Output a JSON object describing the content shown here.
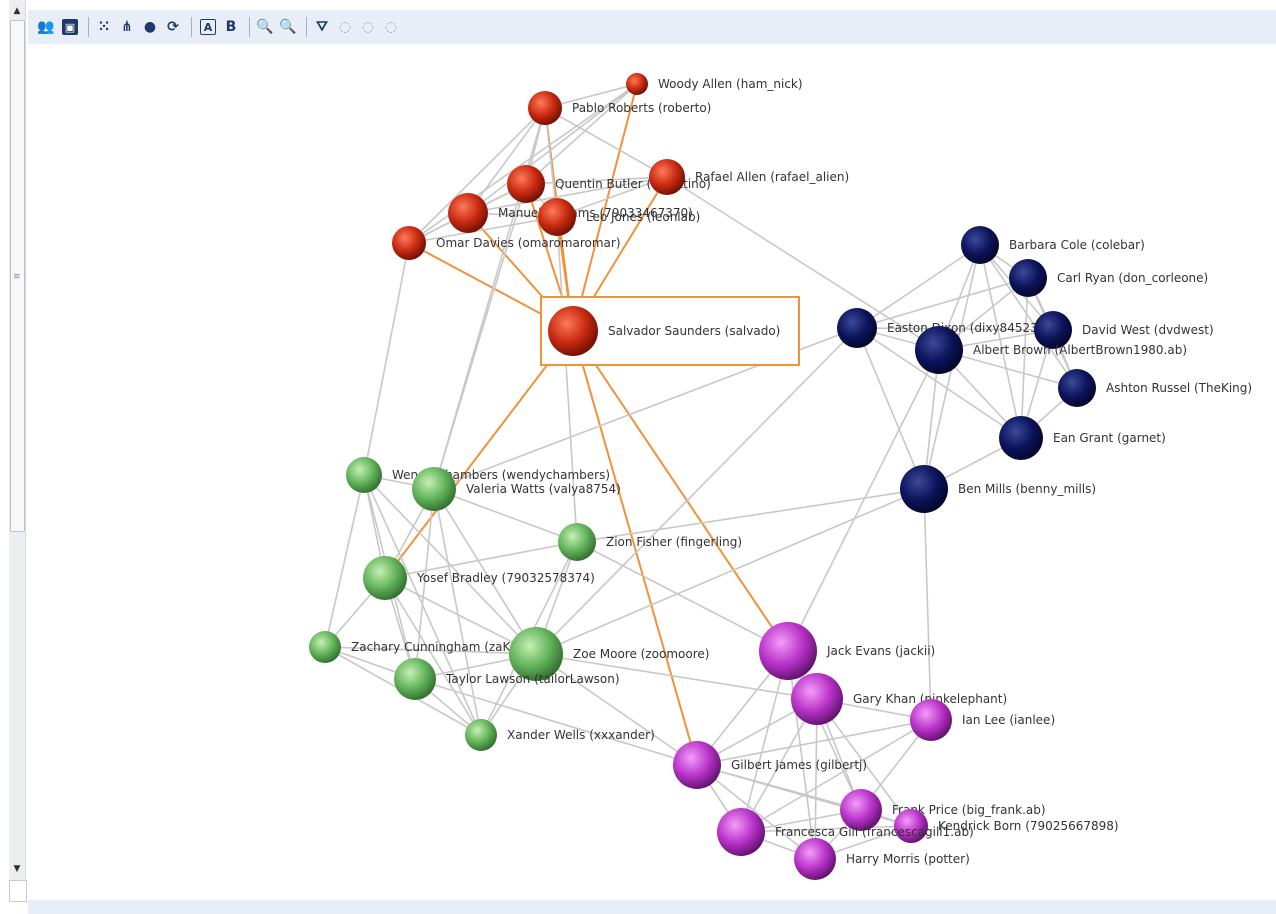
{
  "toolbar": {
    "buttons": [
      {
        "name": "people-icon",
        "glyph": "👥",
        "style": "plain"
      },
      {
        "name": "contact-card-icon",
        "glyph": "▣",
        "style": "filled"
      },
      {
        "name": "cluster-layout-icon",
        "glyph": "⁙",
        "style": "plain"
      },
      {
        "name": "hierarchy-icon",
        "glyph": "⋔",
        "style": "plain"
      },
      {
        "name": "hub-icon",
        "glyph": "●",
        "style": "plain"
      },
      {
        "name": "refresh-icon",
        "glyph": "⟳",
        "style": "plain"
      },
      {
        "name": "label-a-icon",
        "glyph": "A",
        "style": "boxed"
      },
      {
        "name": "bold-b-icon",
        "glyph": "B",
        "style": "plain"
      },
      {
        "name": "zoom-in-icon",
        "glyph": "🔍",
        "style": "plain"
      },
      {
        "name": "zoom-out-icon",
        "glyph": "🔍",
        "style": "plain"
      },
      {
        "name": "filter-icon",
        "glyph": "⛛",
        "style": "plain"
      },
      {
        "name": "show-icon",
        "glyph": "◌",
        "style": "dim"
      },
      {
        "name": "show-selected-icon",
        "glyph": "◌",
        "style": "dim"
      },
      {
        "name": "hide-icon",
        "glyph": "◌",
        "style": "dim"
      }
    ]
  },
  "colors": {
    "red": "#b4200e",
    "navy": "#0a0f4a",
    "green": "#4ea64b",
    "magenta": "#b02cc0",
    "edge": "#c8c8c8",
    "highlight": "#f0923a"
  },
  "selected_node": "salvado",
  "nodes": [
    {
      "id": "ham_nick",
      "label": "Woody Allen (ham_nick)",
      "group": "red"
    },
    {
      "id": "roberto",
      "label": "Pablo Roberts (roberto)",
      "group": "red"
    },
    {
      "id": "tarantino",
      "label": "Quentin Butler (tarantino)",
      "group": "red"
    },
    {
      "id": "rafael_alien",
      "label": "Rafael Allen (rafael_alien)",
      "group": "red"
    },
    {
      "id": "manuel",
      "label": "Manuel Williams (79033467370)",
      "group": "red"
    },
    {
      "id": "leonlab",
      "label": "Leo Jones (leonlab)",
      "group": "red"
    },
    {
      "id": "omar",
      "label": "Omar Davies (omaromaromar)",
      "group": "red"
    },
    {
      "id": "salvado",
      "label": "Salvador Saunders (salvado)",
      "group": "red"
    },
    {
      "id": "colebar",
      "label": "Barbara Cole (colebar)",
      "group": "navy"
    },
    {
      "id": "don_corleone",
      "label": "Carl Ryan (don_corleone)",
      "group": "navy"
    },
    {
      "id": "dixy",
      "label": "Easton Dixon (dixy84523)",
      "group": "navy"
    },
    {
      "id": "dvdwest",
      "label": "David West (dvdwest)",
      "group": "navy"
    },
    {
      "id": "albert",
      "label": "Albert Brown (AlbertBrown1980.ab)",
      "group": "navy"
    },
    {
      "id": "theking",
      "label": "Ashton Russel (TheKing)",
      "group": "navy"
    },
    {
      "id": "garnet",
      "label": "Ean Grant (garnet)",
      "group": "navy"
    },
    {
      "id": "benny",
      "label": "Ben Mills (benny_mills)",
      "group": "navy"
    },
    {
      "id": "wendy",
      "label": "Wendy Chambers (wendychambers)",
      "group": "green"
    },
    {
      "id": "valya",
      "label": "Valeria Watts (valya8754)",
      "group": "green"
    },
    {
      "id": "fingerling",
      "label": "Zion Fisher (fingerling)",
      "group": "green"
    },
    {
      "id": "yosef",
      "label": "Yosef Bradley (79032578374)",
      "group": "green"
    },
    {
      "id": "zakary",
      "label": "Zachary Cunningham (zaKary)",
      "group": "green"
    },
    {
      "id": "zoomoore",
      "label": "Zoe Moore (zoomoore)",
      "group": "green"
    },
    {
      "id": "tailor",
      "label": "Taylor Lawson (tailorLawson)",
      "group": "green"
    },
    {
      "id": "xxxander",
      "label": "Xander Wells (xxxander)",
      "group": "green"
    },
    {
      "id": "jackii",
      "label": "Jack Evans (jackii)",
      "group": "magenta"
    },
    {
      "id": "pinkelephant",
      "label": "Gary Khan (pinkelephant)",
      "group": "magenta"
    },
    {
      "id": "ianlee",
      "label": "Ian Lee (ianlee)",
      "group": "magenta"
    },
    {
      "id": "gilbertj",
      "label": "Gilbert James (gilbertj)",
      "group": "magenta"
    },
    {
      "id": "big_frank",
      "label": "Frank Price (big_frank.ab)",
      "group": "magenta"
    },
    {
      "id": "kendrick",
      "label": "Kendrick Born (79025667898)",
      "group": "magenta"
    },
    {
      "id": "francesca",
      "label": "Francesca Gill (francescagill1.ab)",
      "group": "magenta"
    },
    {
      "id": "potter",
      "label": "Harry Morris (potter)",
      "group": "magenta"
    }
  ],
  "edges": [
    [
      "salvado",
      "ham_nick"
    ],
    [
      "salvado",
      "roberto"
    ],
    [
      "salvado",
      "tarantino"
    ],
    [
      "salvado",
      "rafael_alien"
    ],
    [
      "salvado",
      "manuel"
    ],
    [
      "salvado",
      "leonlab"
    ],
    [
      "salvado",
      "omar"
    ],
    [
      "salvado",
      "yosef"
    ],
    [
      "salvado",
      "gilbertj"
    ],
    [
      "salvado",
      "jackii"
    ],
    [
      "ham_nick",
      "roberto"
    ],
    [
      "ham_nick",
      "tarantino"
    ],
    [
      "ham_nick",
      "manuel"
    ],
    [
      "ham_nick",
      "omar"
    ],
    [
      "roberto",
      "tarantino"
    ],
    [
      "roberto",
      "rafael_alien"
    ],
    [
      "roberto",
      "manuel"
    ],
    [
      "roberto",
      "leonlab"
    ],
    [
      "roberto",
      "omar"
    ],
    [
      "tarantino",
      "manuel"
    ],
    [
      "tarantino",
      "leonlab"
    ],
    [
      "tarantino",
      "omar"
    ],
    [
      "tarantino",
      "rafael_alien"
    ],
    [
      "rafael_alien",
      "leonlab"
    ],
    [
      "rafael_alien",
      "manuel"
    ],
    [
      "rafael_alien",
      "albert"
    ],
    [
      "manuel",
      "leonlab"
    ],
    [
      "manuel",
      "omar"
    ],
    [
      "leonlab",
      "omar"
    ],
    [
      "omar",
      "wendy"
    ],
    [
      "roberto",
      "valya"
    ],
    [
      "leonlab",
      "fingerling"
    ],
    [
      "tarantino",
      "valya"
    ],
    [
      "colebar",
      "don_corleone"
    ],
    [
      "colebar",
      "dvdwest"
    ],
    [
      "colebar",
      "albert"
    ],
    [
      "colebar",
      "theking"
    ],
    [
      "colebar",
      "garnet"
    ],
    [
      "colebar",
      "dixy"
    ],
    [
      "colebar",
      "benny"
    ],
    [
      "don_corleone",
      "dvdwest"
    ],
    [
      "don_corleone",
      "albert"
    ],
    [
      "don_corleone",
      "theking"
    ],
    [
      "don_corleone",
      "garnet"
    ],
    [
      "don_corleone",
      "dixy"
    ],
    [
      "dixy",
      "albert"
    ],
    [
      "dixy",
      "dvdwest"
    ],
    [
      "dixy",
      "garnet"
    ],
    [
      "dixy",
      "benny"
    ],
    [
      "dixy",
      "zoomoore"
    ],
    [
      "dixy",
      "valya"
    ],
    [
      "dvdwest",
      "albert"
    ],
    [
      "dvdwest",
      "theking"
    ],
    [
      "dvdwest",
      "garnet"
    ],
    [
      "albert",
      "theking"
    ],
    [
      "albert",
      "garnet"
    ],
    [
      "albert",
      "benny"
    ],
    [
      "albert",
      "jackii"
    ],
    [
      "theking",
      "garnet"
    ],
    [
      "garnet",
      "benny"
    ],
    [
      "benny",
      "ianlee"
    ],
    [
      "benny",
      "fingerling"
    ],
    [
      "benny",
      "zoomoore"
    ],
    [
      "wendy",
      "valya"
    ],
    [
      "wendy",
      "yosef"
    ],
    [
      "wendy",
      "zakary"
    ],
    [
      "wendy",
      "zoomoore"
    ],
    [
      "wendy",
      "tailor"
    ],
    [
      "wendy",
      "xxxander"
    ],
    [
      "valya",
      "yosef"
    ],
    [
      "valya",
      "fingerling"
    ],
    [
      "valya",
      "zoomoore"
    ],
    [
      "valya",
      "tailor"
    ],
    [
      "valya",
      "xxxander"
    ],
    [
      "fingerling",
      "yosef"
    ],
    [
      "fingerling",
      "zoomoore"
    ],
    [
      "fingerling",
      "xxxander"
    ],
    [
      "fingerling",
      "jackii"
    ],
    [
      "yosef",
      "zakary"
    ],
    [
      "yosef",
      "zoomoore"
    ],
    [
      "yosef",
      "tailor"
    ],
    [
      "yosef",
      "xxxander"
    ],
    [
      "zakary",
      "zoomoore"
    ],
    [
      "zakary",
      "tailor"
    ],
    [
      "zakary",
      "xxxander"
    ],
    [
      "zoomoore",
      "tailor"
    ],
    [
      "zoomoore",
      "xxxander"
    ],
    [
      "zoomoore",
      "pinkelephant"
    ],
    [
      "zoomoore",
      "gilbertj"
    ],
    [
      "tailor",
      "xxxander"
    ],
    [
      "tailor",
      "gilbertj"
    ],
    [
      "jackii",
      "pinkelephant"
    ],
    [
      "jackii",
      "gilbertj"
    ],
    [
      "jackii",
      "francesca"
    ],
    [
      "jackii",
      "big_frank"
    ],
    [
      "jackii",
      "potter"
    ],
    [
      "pinkelephant",
      "ianlee"
    ],
    [
      "pinkelephant",
      "gilbertj"
    ],
    [
      "pinkelephant",
      "big_frank"
    ],
    [
      "pinkelephant",
      "kendrick"
    ],
    [
      "pinkelephant",
      "francesca"
    ],
    [
      "pinkelephant",
      "potter"
    ],
    [
      "ianlee",
      "big_frank"
    ],
    [
      "ianlee",
      "francesca"
    ],
    [
      "ianlee",
      "gilbertj"
    ],
    [
      "gilbertj",
      "big_frank"
    ],
    [
      "gilbertj",
      "francesca"
    ],
    [
      "gilbertj",
      "potter"
    ],
    [
      "gilbertj",
      "kendrick"
    ],
    [
      "big_frank",
      "kendrick"
    ],
    [
      "big_frank",
      "francesca"
    ],
    [
      "big_frank",
      "potter"
    ],
    [
      "francesca",
      "potter"
    ],
    [
      "francesca",
      "kendrick"
    ],
    [
      "kendrick",
      "potter"
    ]
  ]
}
